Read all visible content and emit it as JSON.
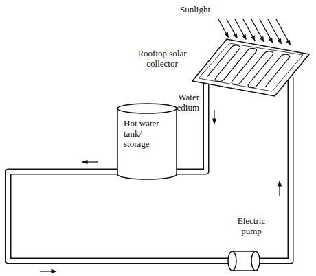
{
  "diagram": {
    "nodes": [
      {
        "text": [
          "Hot water tank/ storage"
        ]
      }
    ],
    "labels": [
      "Sunlight",
      "Rooftop solar collector",
      "Water medium",
      "Electric pump"
    ]
  }
}
